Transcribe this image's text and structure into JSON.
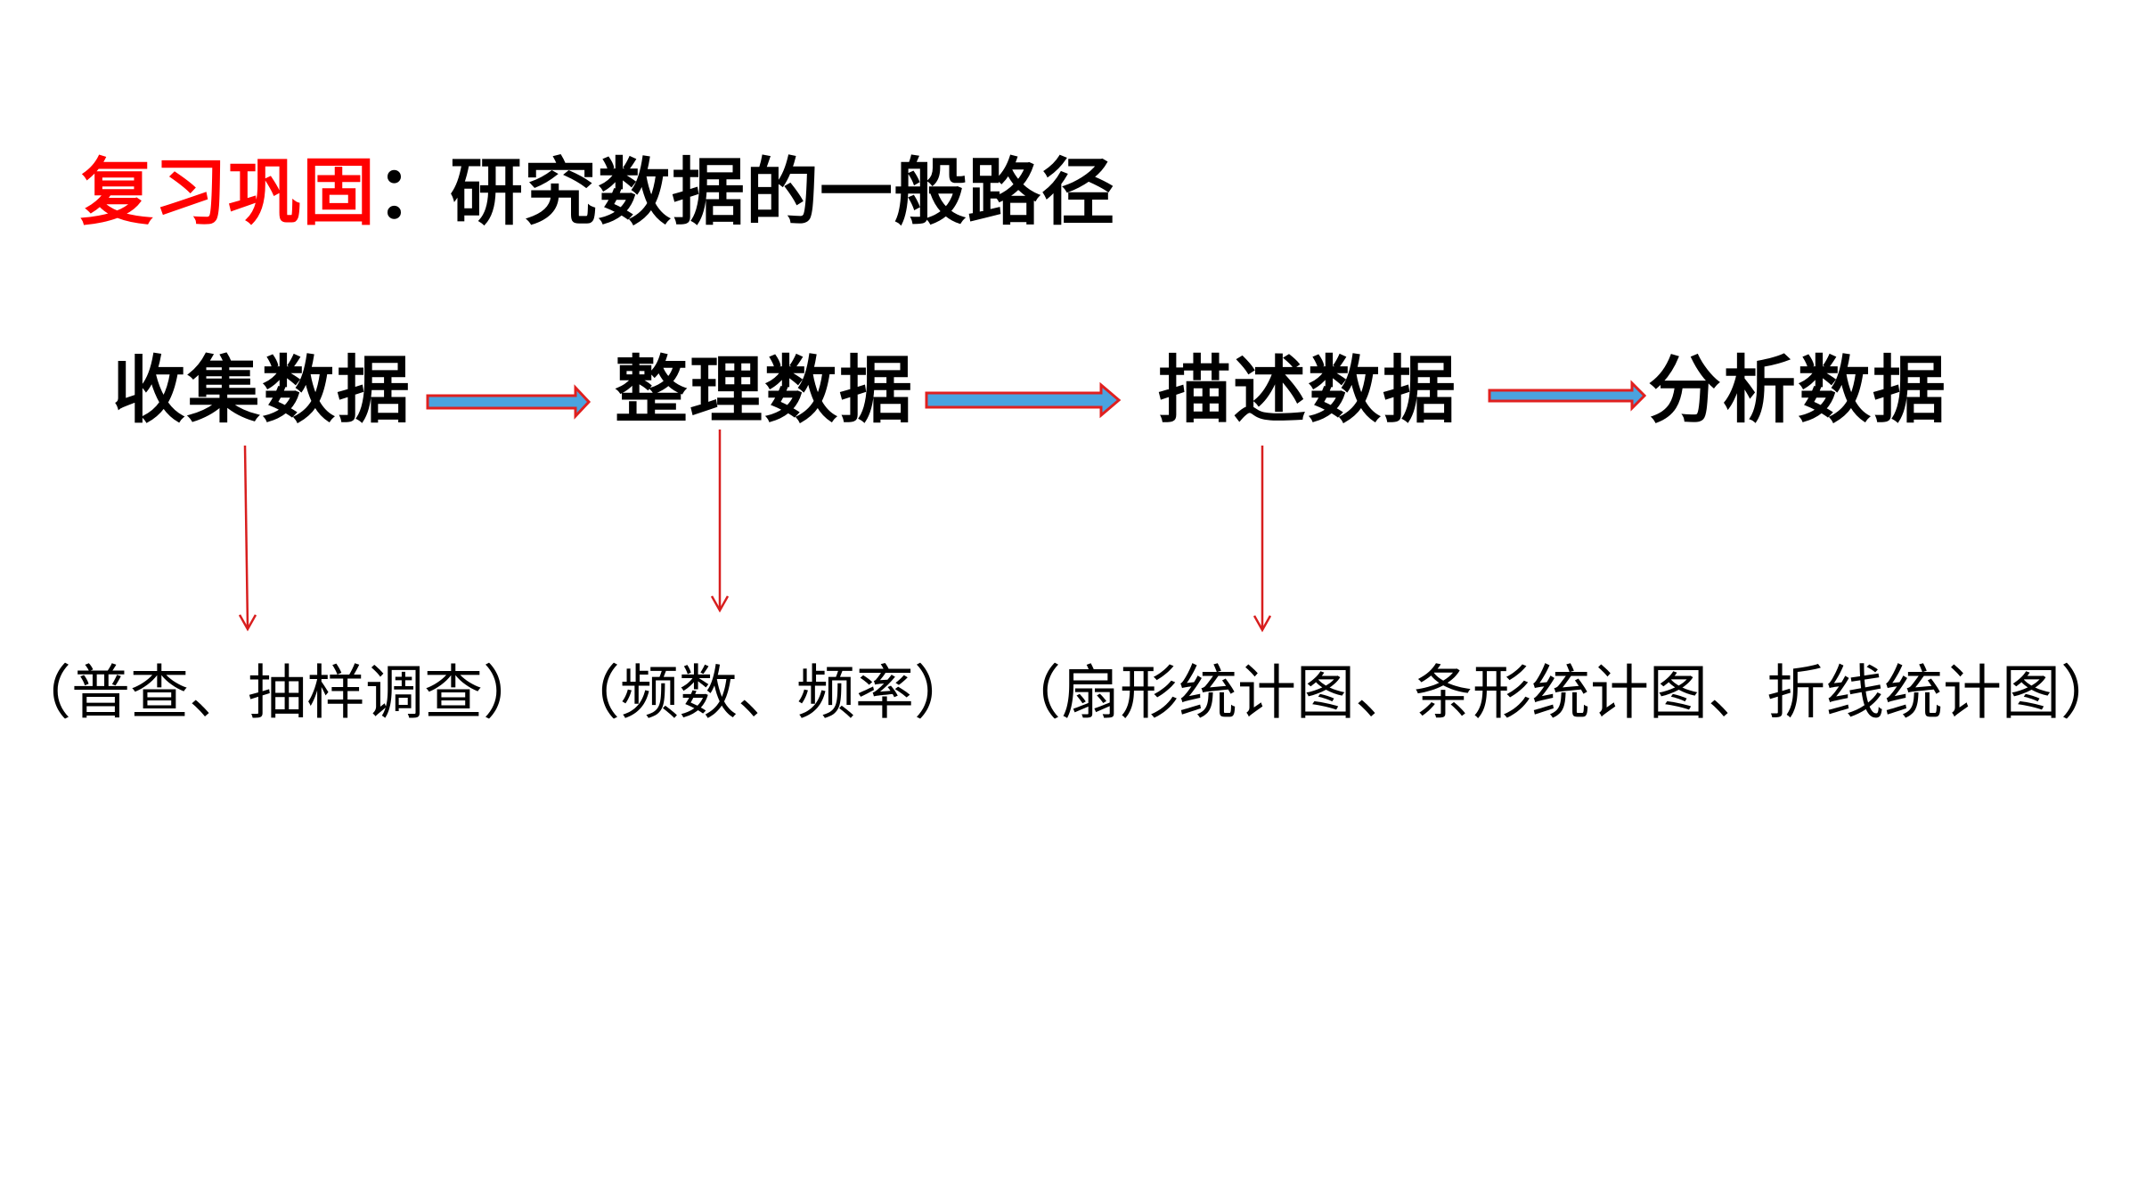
{
  "title": {
    "accent": "复习巩固",
    "rest": "：研究数据的一般路径"
  },
  "steps": [
    "收集数据",
    "整理数据",
    "描述数据",
    "分析数据"
  ],
  "details": [
    "（普查、抽样调查）",
    "（频数、频率）",
    "（扇形统计图、条形统计图、折线统计图）"
  ],
  "colors": {
    "accent": "#ff0000",
    "arrow_fill": "#4aa3df",
    "arrow_stroke": "#e0201f",
    "down_arrow": "#d81e1e"
  }
}
